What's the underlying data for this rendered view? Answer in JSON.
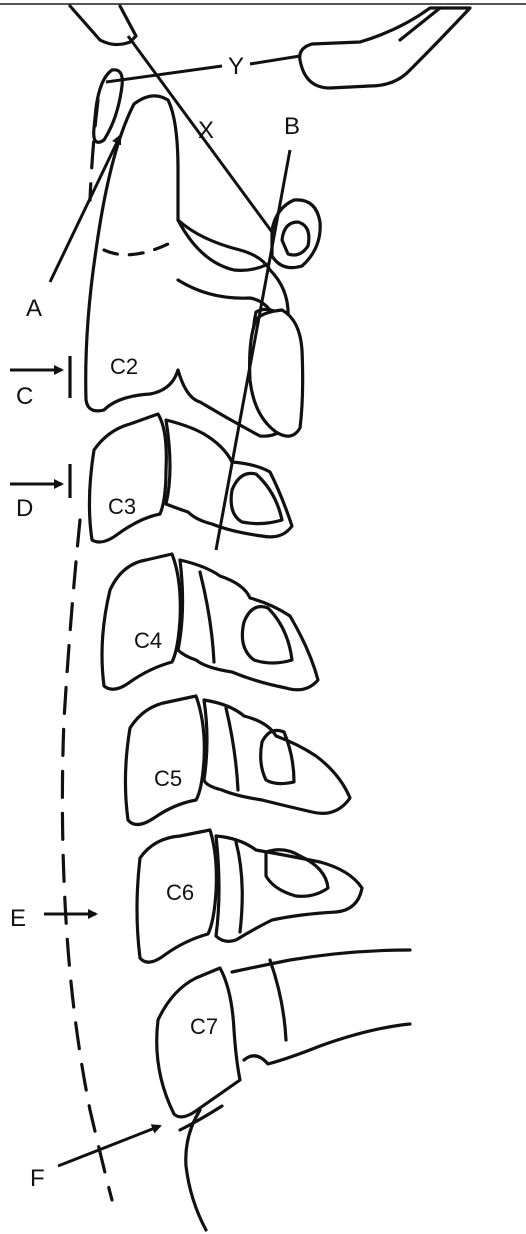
{
  "figure": {
    "labels": {
      "A": "A",
      "B": "B",
      "C": "C",
      "D": "D",
      "E": "E",
      "F": "F",
      "X": "X",
      "Y": "Y"
    },
    "vertebrae": {
      "c2": "C2",
      "c3": "C3",
      "c4": "C4",
      "c5": "C5",
      "c6": "C6",
      "c7": "C7"
    }
  }
}
